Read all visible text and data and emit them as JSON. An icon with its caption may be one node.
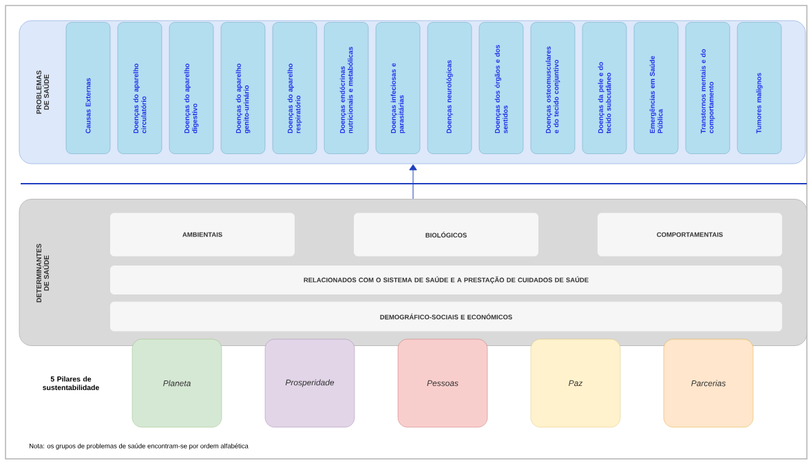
{
  "diagram": {
    "nodes": [
      {
        "text": [
          "PROBLEMAS DE SAÚDE"
        ]
      },
      {
        "text": [
          "Causas Externas"
        ],
        "in": 0
      },
      {
        "text": [
          "Doenças do aparelho circulatório"
        ],
        "in": 0
      },
      {
        "text": [
          "Doenças do aparelho digestivo"
        ],
        "in": 0
      },
      {
        "text": [
          "Doenças do aparelho genito-urinário"
        ],
        "in": 0
      },
      {
        "text": [
          "Doenças do aparelho respiratório"
        ],
        "in": 0
      },
      {
        "text": [
          "Doenças endócrinas nutricionais e metabólicas"
        ],
        "in": 0
      },
      {
        "text": [
          "Doenças infeciosas e parasitárias"
        ],
        "in": 0
      },
      {
        "text": [
          "Doenças neurológicas"
        ],
        "in": 0
      },
      {
        "text": [
          "Doenças dos órgãos e dos sentidos"
        ],
        "in": 0
      },
      {
        "text": [
          "Doenças osteomusculares e do tecido conjuntivo"
        ],
        "in": 0
      },
      {
        "text": [
          "Doenças da pele e do tecido subcutâneo"
        ],
        "in": 0
      },
      {
        "text": [
          "Emergências em Saúde Pública"
        ],
        "in": 0
      },
      {
        "text": [
          "Transtornos mentais e do comportamento"
        ],
        "in": 0
      },
      {
        "text": [
          "Tumores malignos"
        ],
        "in": 0
      },
      {
        "text": [
          "DETERMINANTES DE SAÚDE"
        ]
      },
      {
        "text": [
          "AMBIENTAIS"
        ],
        "in": 15
      },
      {
        "text": [
          "BIOLÓGICOS"
        ],
        "in": 15
      },
      {
        "text": [
          "COMPORTAMENTAIS"
        ],
        "in": 15
      },
      {
        "text": [
          "RELACIONADOS COM O SISTEMA DE SAÚDE E A PRESTAÇÃO DE CUIDADOS DE SAÚDE"
        ],
        "in": 15
      },
      {
        "text": [
          "DEMOGRÁFICO-SOCIAIS E ECONÓMICOS"
        ],
        "in": 15
      },
      {
        "text": [
          "Planeta"
        ]
      },
      {
        "text": [
          "Prosperidade"
        ]
      },
      {
        "text": [
          "Pessoas"
        ]
      },
      {
        "text": [
          "Paz"
        ]
      },
      {
        "text": [
          "Parcerias"
        ]
      }
    ],
    "edges": [
      {
        "from": 15,
        "to": 0,
        "arrow": "to"
      }
    ],
    "labels": [
      "5 Pilares de sustentabilidade",
      "Nota: os grupos de problemas de saúde encontram-se por ordem alfabética"
    ]
  }
}
